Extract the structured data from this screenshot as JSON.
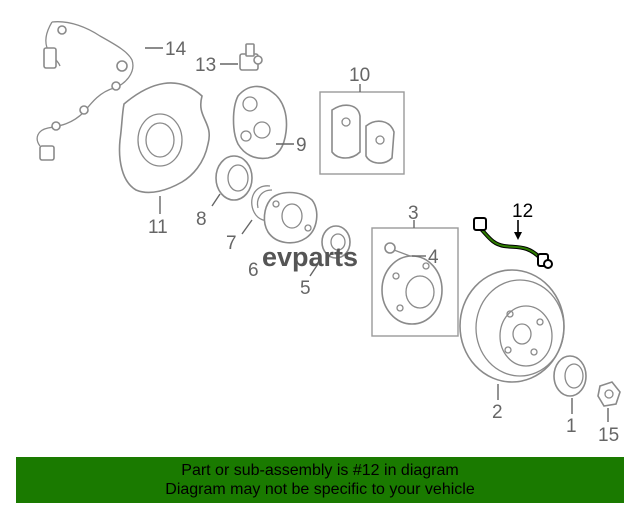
{
  "diagram": {
    "callouts": {
      "c1": "1",
      "c2": "2",
      "c3": "3",
      "c4": "4",
      "c5": "5",
      "c6": "6",
      "c7": "7",
      "c8": "8",
      "c9": "9",
      "c10": "10",
      "c11": "11",
      "c12": "12",
      "c13": "13",
      "c14": "14",
      "c15": "15"
    },
    "highlighted_part": "12",
    "watermark": "evparts",
    "colors": {
      "banner": "#1a7a00",
      "highlight": "#000000",
      "line_art": "#8a8a8a"
    }
  },
  "banner": {
    "line1": "Part or sub-assembly is #12 in diagram",
    "line2": "Diagram may not be specific to your vehicle"
  }
}
